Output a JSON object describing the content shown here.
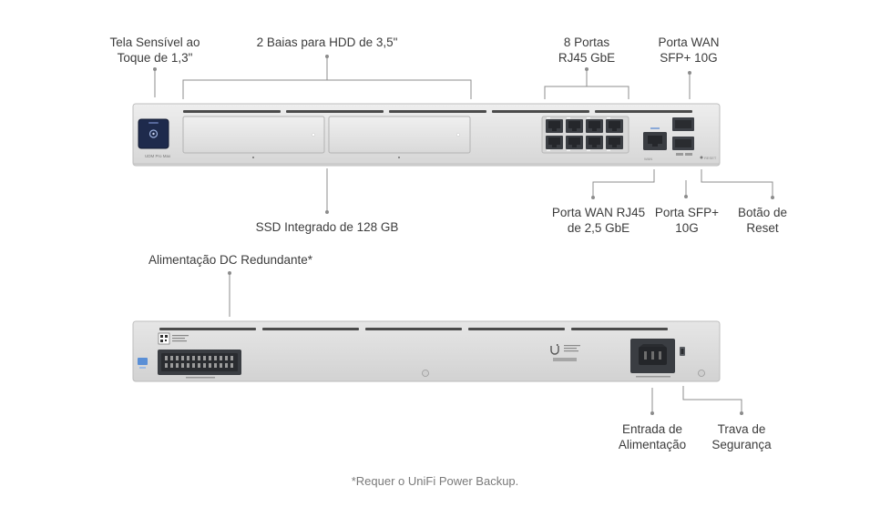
{
  "front_labels": {
    "touchscreen": [
      "Tela Sensível ao",
      "Toque de 1,3\""
    ],
    "hdd_bays": "2 Baias para HDD de 3,5\"",
    "rj45_ports": [
      "8 Portas",
      "RJ45 GbE"
    ],
    "wan_sfp": [
      "Porta WAN",
      "SFP+ 10G"
    ],
    "ssd": "SSD Integrado de 128 GB",
    "wan_rj45": [
      "Porta WAN RJ45",
      "de 2,5 GbE"
    ],
    "sfp_port": [
      "Porta SFP+",
      "10G"
    ],
    "reset": [
      "Botão de",
      "Reset"
    ]
  },
  "rear_labels": {
    "dc_power": "Alimentação DC Redundante*",
    "power_input": [
      "Entrada de",
      "Alimentação"
    ],
    "security_lock": [
      "Trava de",
      "Segurança"
    ]
  },
  "device_text": {
    "model_badge": "UDM Pro Max"
  },
  "footnote": "*Requer o UniFi Power Backup.",
  "colors": {
    "chassis": "#e2e2e2",
    "chassis_edge": "#b9b9b9",
    "callout_line": "#8c8c8c",
    "screen": "#1f2b4a",
    "port_dark": "#3a3d42",
    "accent": "#2f7bd8"
  }
}
